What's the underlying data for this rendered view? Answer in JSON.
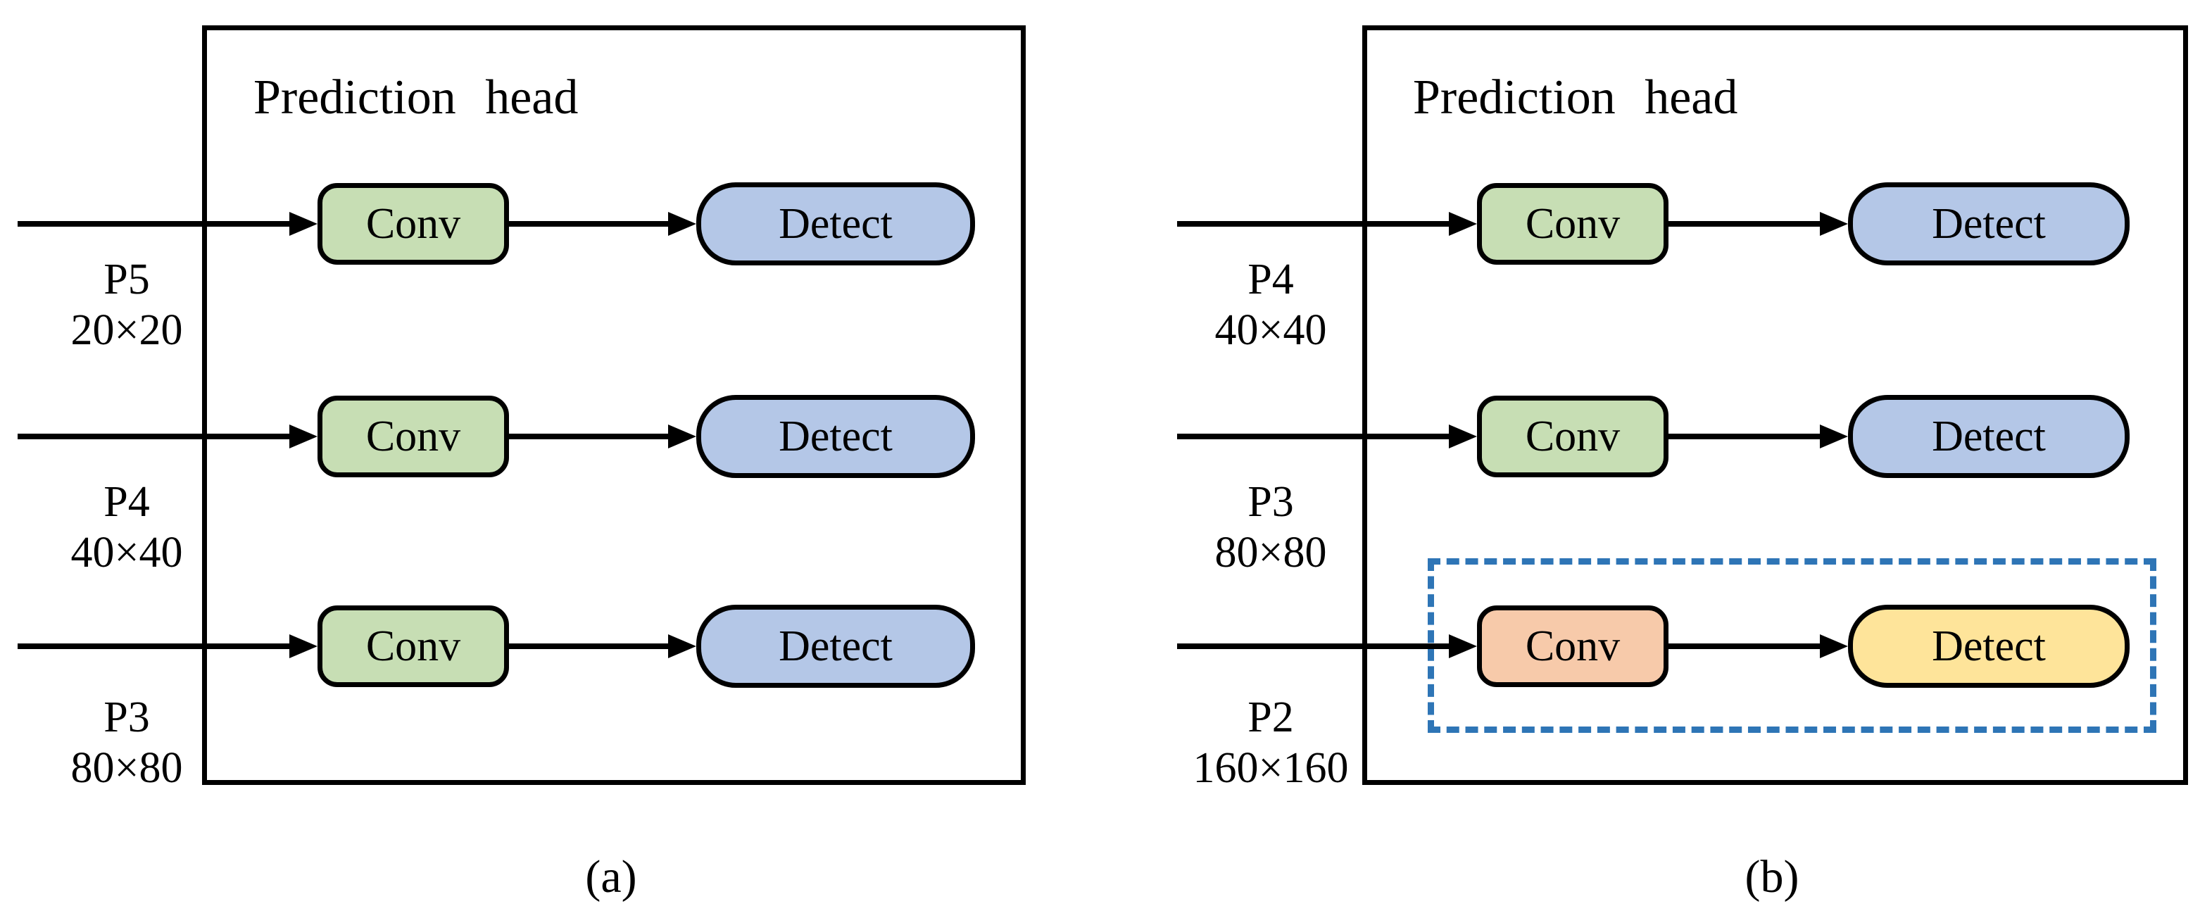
{
  "figure": {
    "colors": {
      "conv_fill": "#c7deb4",
      "detect_fill": "#b4c7e7",
      "new_conv_fill": "#f7caaa",
      "new_detect_fill": "#fee49a",
      "highlight_border": "#2e75b6",
      "line": "#000000"
    },
    "panels": [
      {
        "title": "Prediction  head",
        "caption": "(a)",
        "rows": [
          {
            "level": "P5",
            "resolution": "20×20",
            "conv_label": "Conv",
            "detect_label": "Detect",
            "highlighted": false
          },
          {
            "level": "P4",
            "resolution": "40×40",
            "conv_label": "Conv",
            "detect_label": "Detect",
            "highlighted": false
          },
          {
            "level": "P3",
            "resolution": "80×80",
            "conv_label": "Conv",
            "detect_label": "Detect",
            "highlighted": false
          }
        ]
      },
      {
        "title": "Prediction  head",
        "caption": "(b)",
        "rows": [
          {
            "level": "P4",
            "resolution": "40×40",
            "conv_label": "Conv",
            "detect_label": "Detect",
            "highlighted": false
          },
          {
            "level": "P3",
            "resolution": "80×80",
            "conv_label": "Conv",
            "detect_label": "Detect",
            "highlighted": false
          },
          {
            "level": "P2",
            "resolution": "160×160",
            "conv_label": "Conv",
            "detect_label": "Detect",
            "highlighted": true
          }
        ]
      }
    ]
  }
}
